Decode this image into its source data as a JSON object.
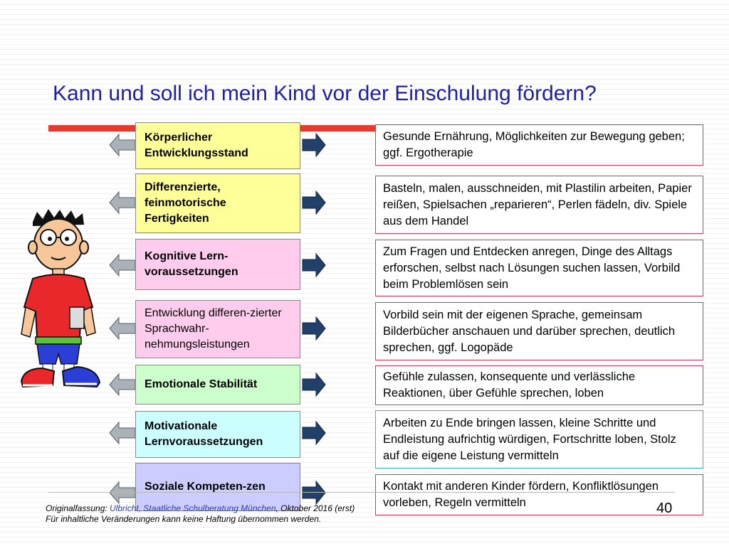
{
  "slide": {
    "title": "Kann und soll ich mein Kind vor der Einschulung fördern?",
    "page_number": "40"
  },
  "rows": [
    {
      "category": "Körperlicher Entwicklungsstand",
      "category_color": "#ffff99",
      "description": "Gesunde Ernährung, Möglichkeiten zur Bewegung geben; ggf. Ergotherapie"
    },
    {
      "category": "Differenzierte, feinmotorische Fertigkeiten",
      "category_color": "#ffff99",
      "description": "Basteln, malen, ausschneiden, mit Plastilin arbeiten, Papier reißen, Spielsachen „reparieren“, Perlen fädeln, div. Spiele aus dem Handel"
    },
    {
      "category": "Kognitive Lern-voraussetzungen",
      "category_color": "#ffccee",
      "description": "Zum Fragen und Entdecken anregen, Dinge des Alltags erforschen, selbst nach Lösungen suchen lassen, Vorbild beim Problemlösen sein"
    },
    {
      "category": "Entwicklung differen-zierter Sprachwahr-nehmungsleistungen",
      "category_color": "#ffccee",
      "description": "Vorbild sein mit der eigenen Sprache, gemeinsam Bilderbücher anschauen und darüber sprechen, deutlich sprechen, ggf. Logopäde"
    },
    {
      "category": "Emotionale Stabilität",
      "category_color": "#ccffcc",
      "description": "Gefühle zulassen, konsequente und verlässliche Reaktionen, über Gefühle sprechen, loben"
    },
    {
      "category": "Motivationale Lernvoraussetzungen",
      "category_color": "#ccffff",
      "description": "Arbeiten zu Ende bringen lassen, kleine Schritte und Endleistung aufrichtig würdigen, Fortschritte loben, Stolz auf die eigene Leistung vermitteln"
    },
    {
      "category": "Soziale Kompeten-zen",
      "category_color": "#ccccff",
      "description": "Kontakt mit anderen Kinder fördern, Konfliktlösungen vorleben, Regeln vermitteln"
    }
  ],
  "footnote": {
    "prefix": "Originalfassung: ",
    "link": "Ulbricht, Staatliche Schulberatung München",
    "suffix": ", Oktober 2016 (erst)",
    "line2": "Für inhaltliche Veränderungen kann keine Haftung übernommen werden."
  }
}
